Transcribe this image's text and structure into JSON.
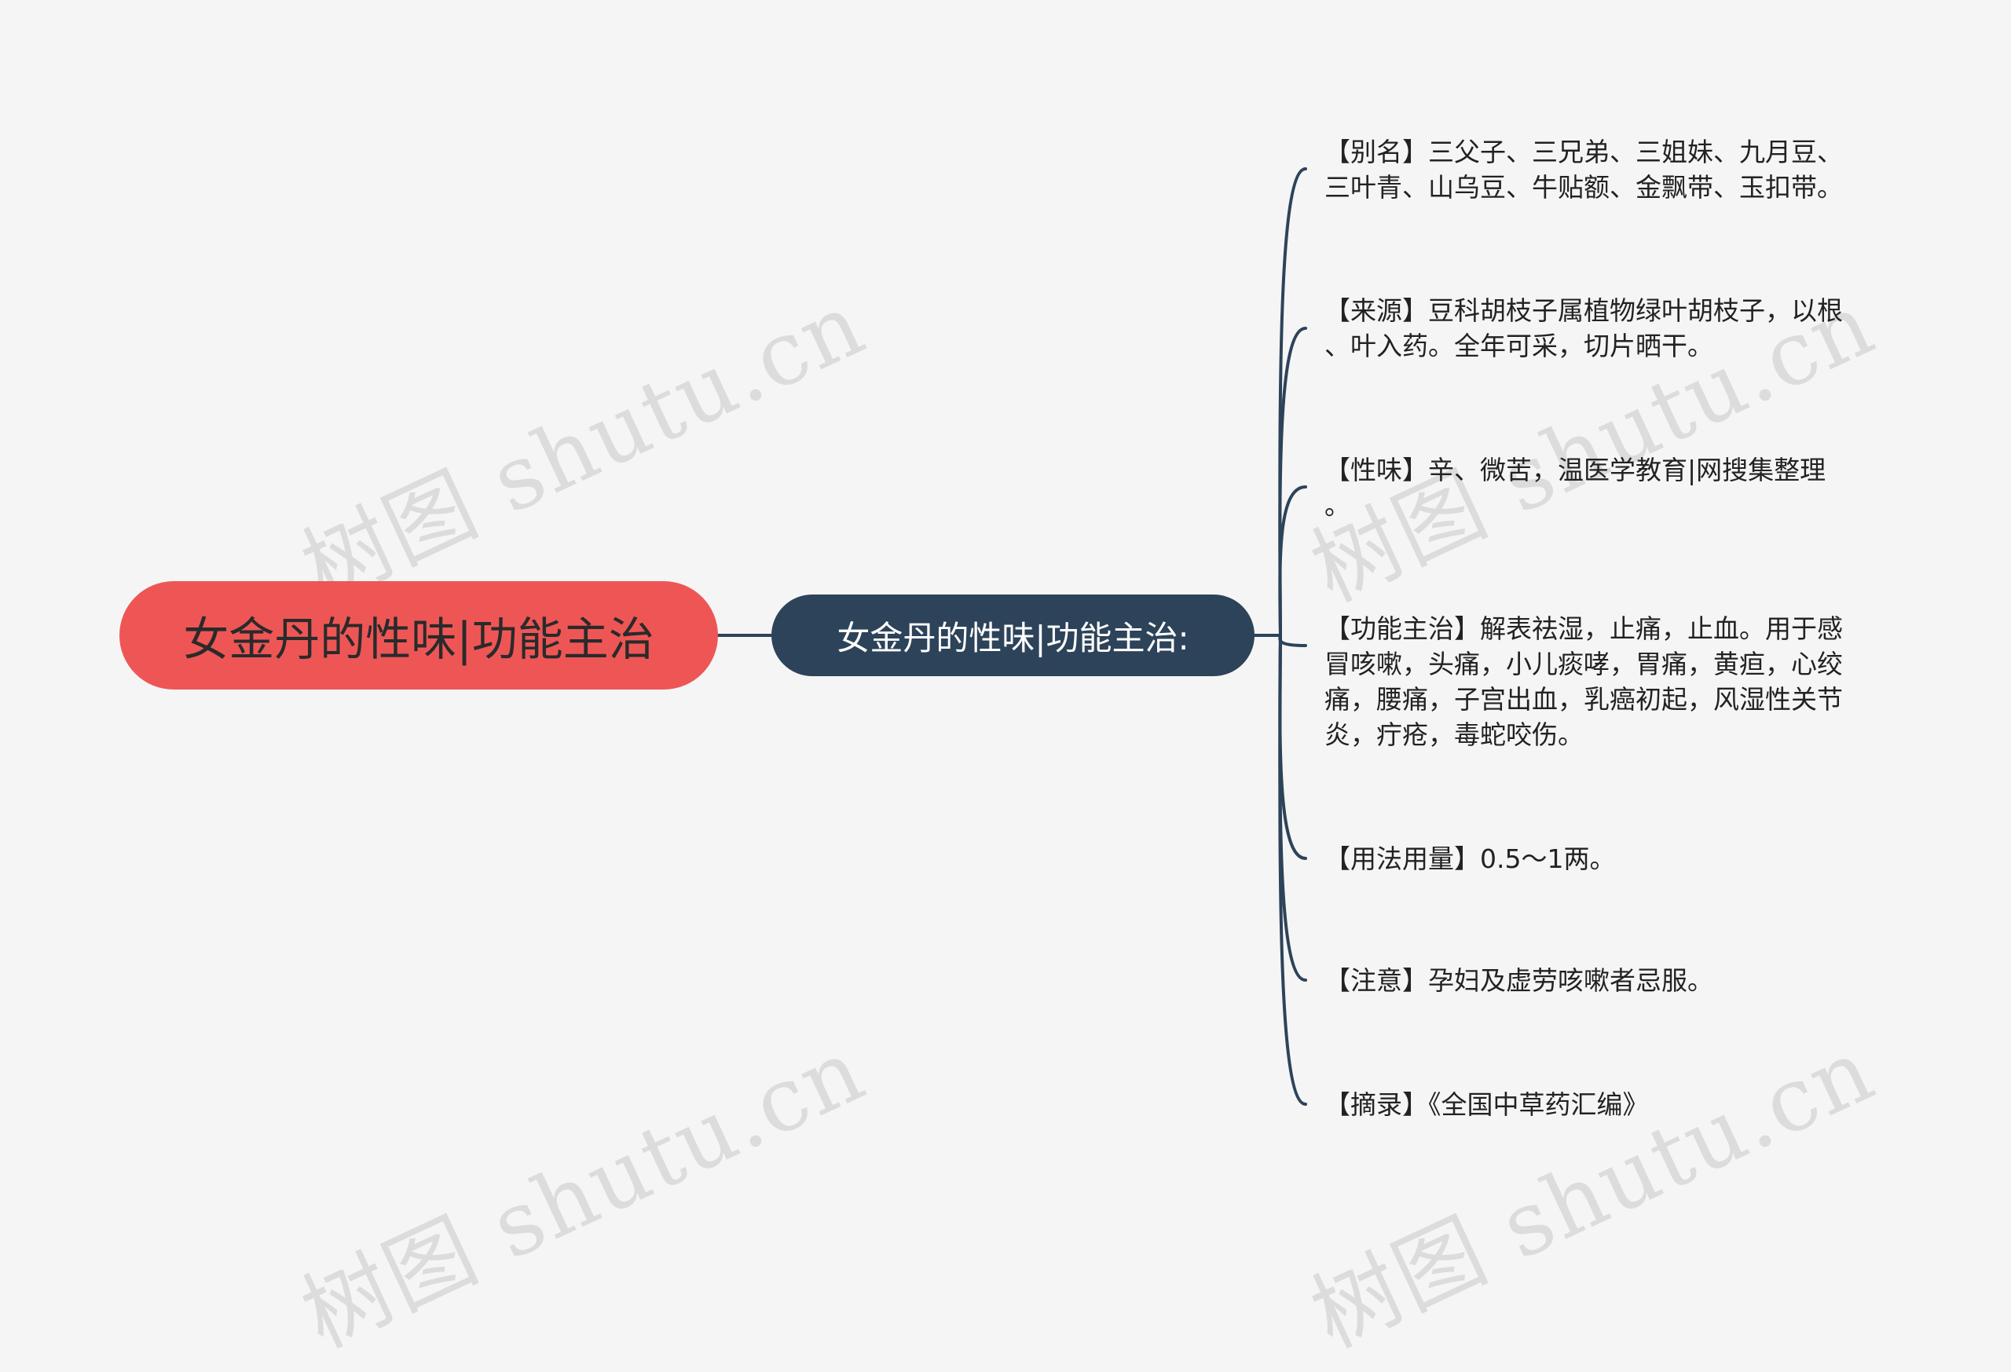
{
  "watermark": "树图 shutu.cn",
  "root": {
    "text": "女金丹的性味|功能主治"
  },
  "branch": {
    "text": "女金丹的性味|功能主治:"
  },
  "leaves": [
    {
      "text": "【别名】三父子、三兄弟、三姐妹、九月豆、\n三叶青、山乌豆、牛贴额、金飘带、玉扣带。"
    },
    {
      "text": "【来源】豆科胡枝子属植物绿叶胡枝子，以根\n、叶入药。全年可采，切片晒干。"
    },
    {
      "text": "【性味】辛、微苦，温医学教育|网搜集整理\n。"
    },
    {
      "text": "【功能主治】解表祛湿，止痛，止血。用于感\n冒咳嗽，头痛，小儿痰哮，胃痛，黄疸，心绞\n痛，腰痛，子宫出血，乳癌初起，风湿性关节\n炎，疔疮，毒蛇咬伤。"
    },
    {
      "text": "【用法用量】0.5～1两。"
    },
    {
      "text": "【注意】孕妇及虚劳咳嗽者忌服。"
    },
    {
      "text": "【摘录】《全国中草药汇编》"
    }
  ],
  "colors": {
    "background": "#f5f5f5",
    "root_fill": "#ee5656",
    "branch_fill": "#2d4359",
    "connector": "#2d4359"
  }
}
